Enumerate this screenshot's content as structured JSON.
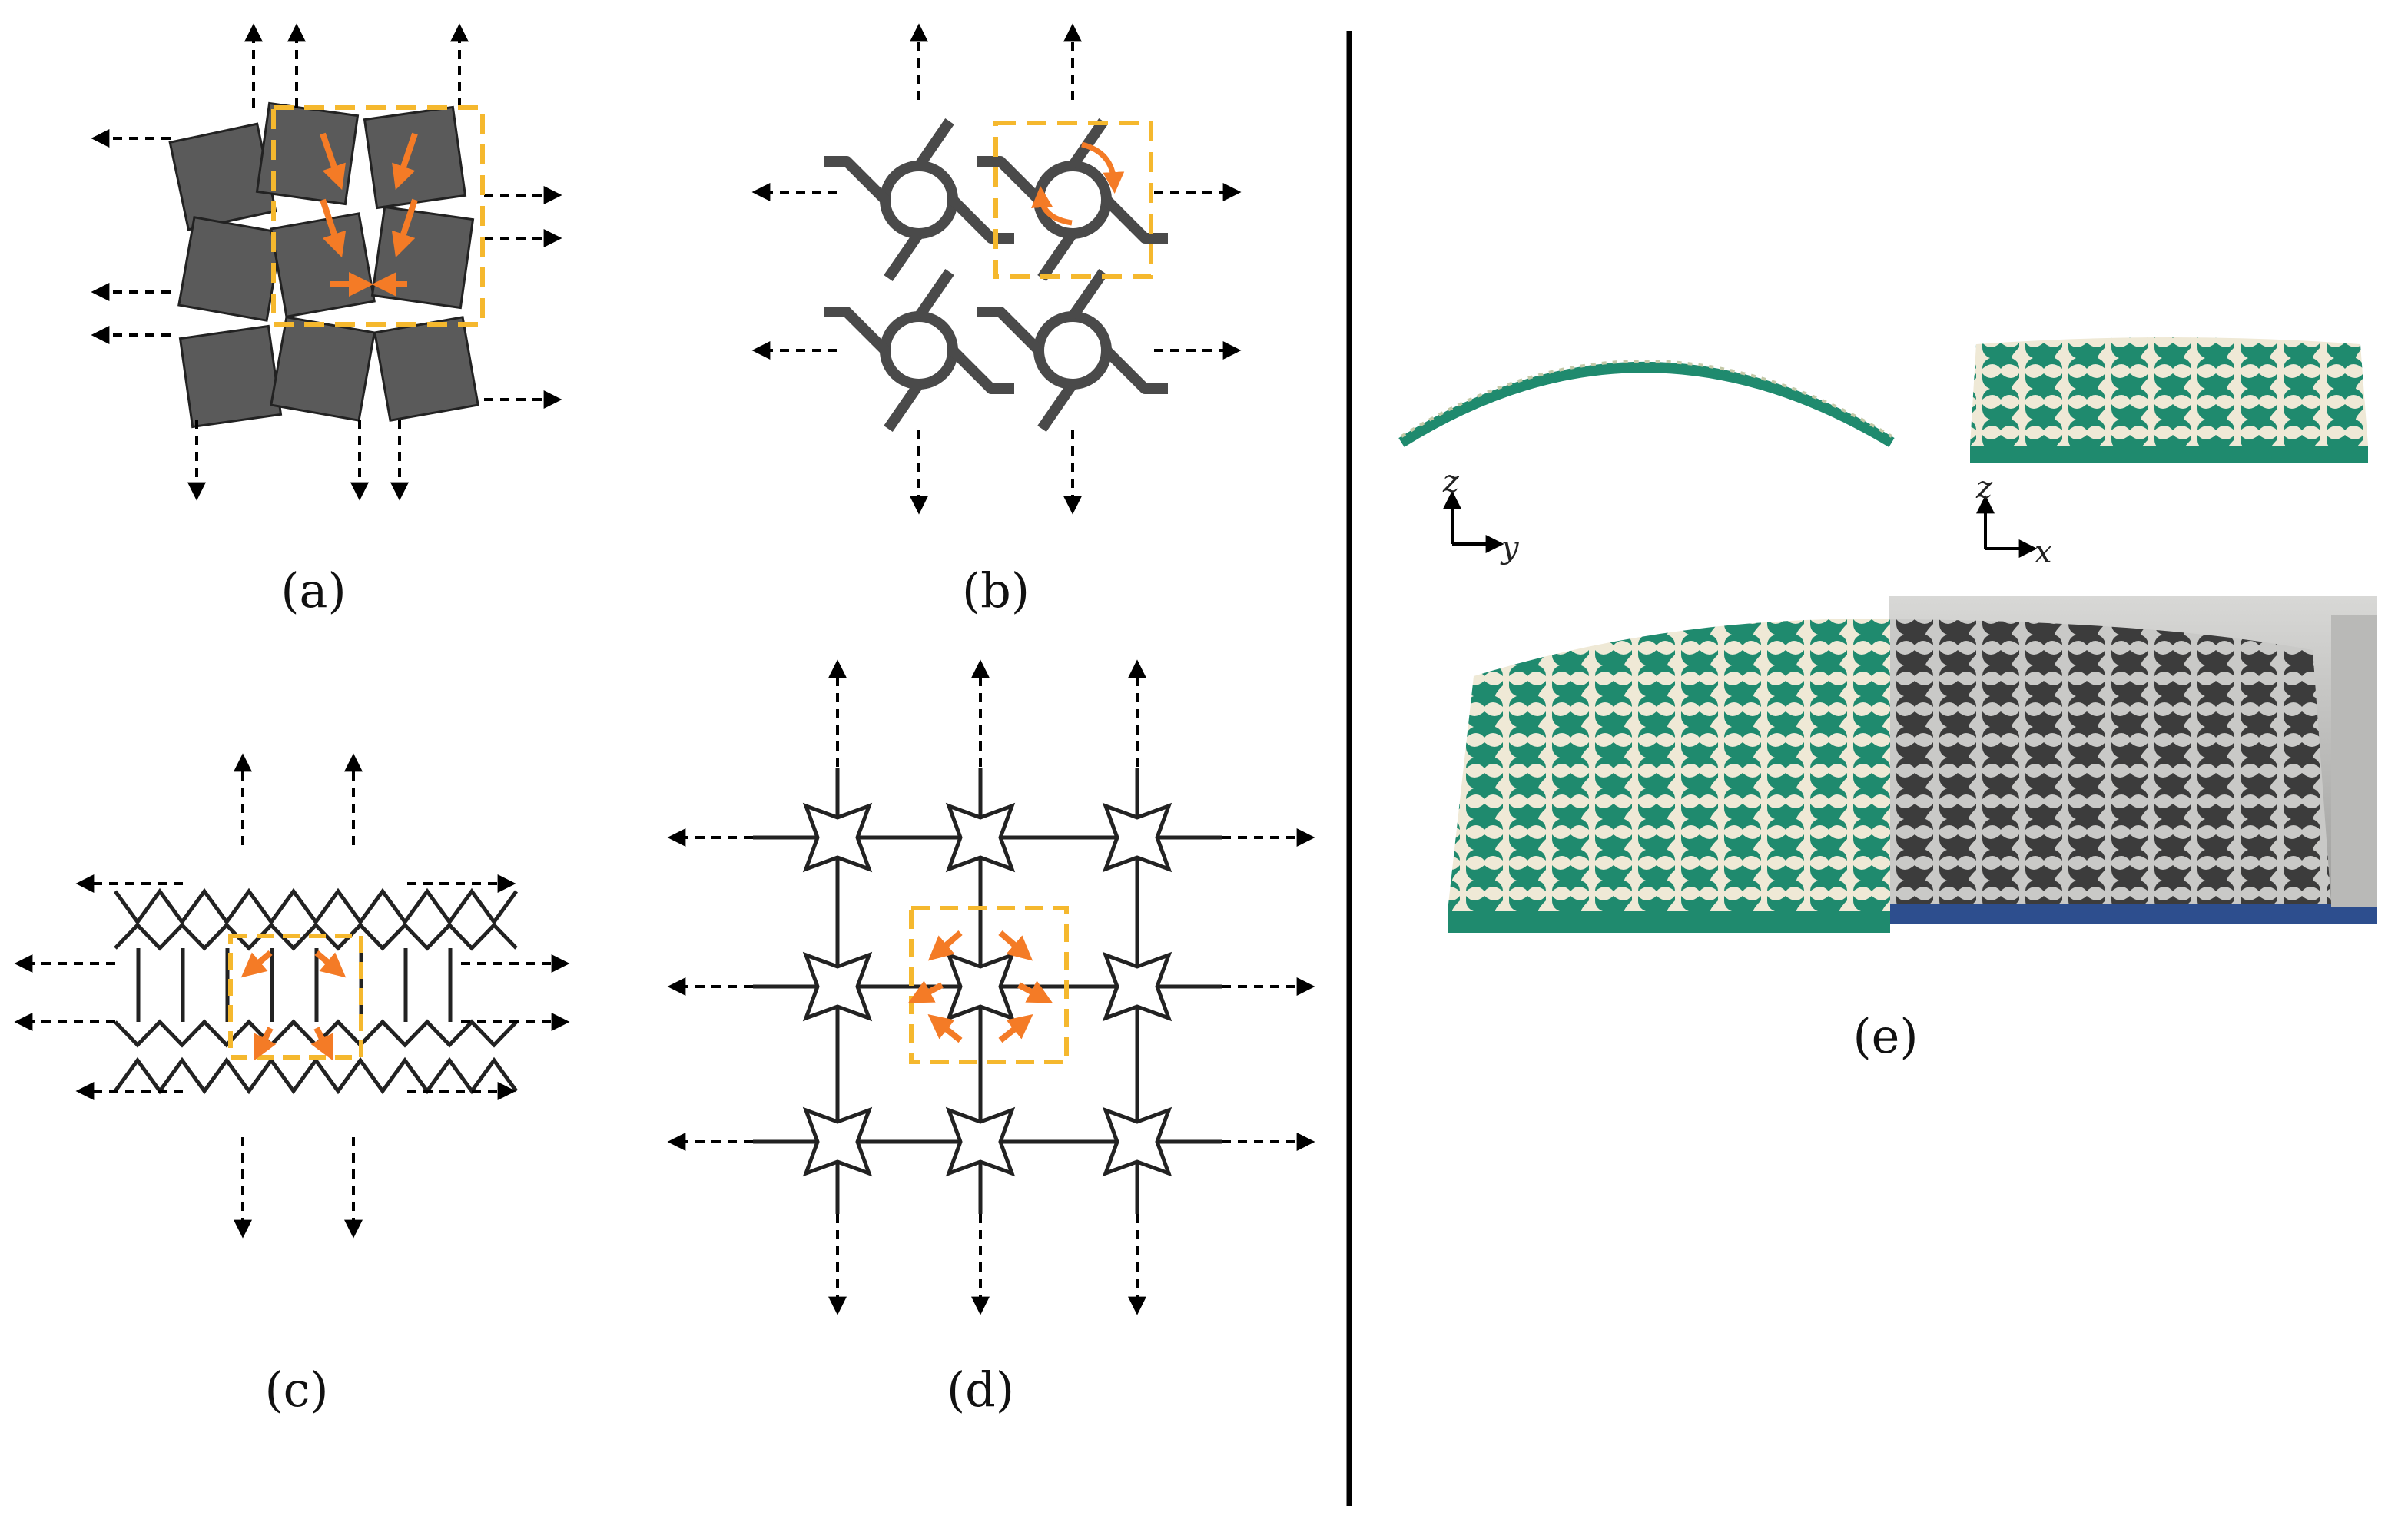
{
  "panels": [
    {
      "id": "a",
      "label": "(a)"
    },
    {
      "id": "b",
      "label": "(b)"
    },
    {
      "id": "c",
      "label": "(c)"
    },
    {
      "id": "d",
      "label": "(d)"
    },
    {
      "id": "e",
      "label": "(e)"
    }
  ],
  "axes": {
    "side_view": {
      "vertical": "z",
      "horizontal": "y"
    },
    "front_view": {
      "vertical": "z",
      "horizontal": "x"
    }
  },
  "colors": {
    "arrow": "#000000",
    "highlight_box": "#f5b82e",
    "rotation_arrow": "#f47b26",
    "block_fill": "#5a5a5a",
    "shell_green": "#1f8a6e",
    "pattern_cream": "#efe9d6",
    "photo_gray": "#6e6e6e"
  },
  "icons": {
    "pull_arrow": "arrow-head-icon",
    "rotation": "rotation-arrow-icon"
  }
}
